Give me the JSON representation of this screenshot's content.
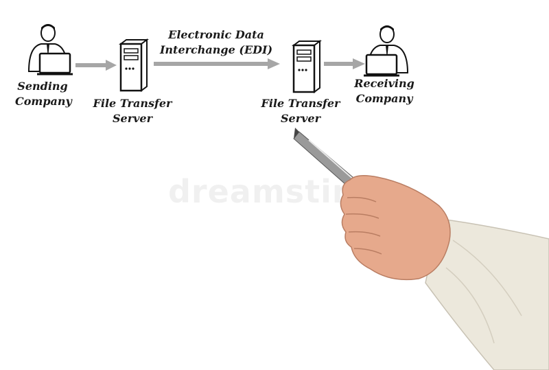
{
  "diagram": {
    "nodes": [
      {
        "id": "sending",
        "label_lines": [
          "Sending",
          "Company"
        ],
        "icon": "person-laptop-icon"
      },
      {
        "id": "server1",
        "label_lines": [
          "File Transfer",
          "Server"
        ],
        "icon": "server-tower-icon"
      },
      {
        "id": "server2",
        "label_lines": [
          "File Transfer",
          "Server"
        ],
        "icon": "server-tower-icon"
      },
      {
        "id": "receiving",
        "label_lines": [
          "Receiving",
          "Company"
        ],
        "icon": "person-laptop-icon"
      }
    ],
    "edges": [
      {
        "from": "sending",
        "to": "server1",
        "label_lines": []
      },
      {
        "from": "server1",
        "to": "server2",
        "label_lines": [
          "Electronic Data",
          "Interchange (EDI)"
        ]
      },
      {
        "from": "server2",
        "to": "receiving",
        "label_lines": []
      }
    ]
  },
  "watermark": "dreamstime",
  "colors": {
    "text": "#1a1a1a",
    "arrow": "#a6a6a6",
    "skin": "#e6a98c",
    "sleeve": "#ece8dc",
    "pen": "#9a9a9a"
  }
}
